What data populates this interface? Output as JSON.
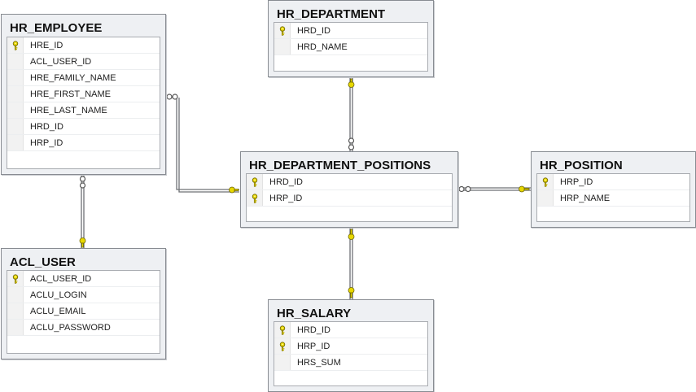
{
  "tables": {
    "hr_employee": {
      "title": "HR_EMPLOYEE",
      "columns": [
        {
          "name": "HRE_ID",
          "key": true
        },
        {
          "name": "ACL_USER_ID",
          "key": false
        },
        {
          "name": "HRE_FAMILY_NAME",
          "key": false
        },
        {
          "name": "HRE_FIRST_NAME",
          "key": false
        },
        {
          "name": "HRE_LAST_NAME",
          "key": false
        },
        {
          "name": "HRD_ID",
          "key": false
        },
        {
          "name": "HRP_ID",
          "key": false
        }
      ]
    },
    "hr_department": {
      "title": "HR_DEPARTMENT",
      "columns": [
        {
          "name": "HRD_ID",
          "key": true
        },
        {
          "name": "HRD_NAME",
          "key": false
        }
      ]
    },
    "hr_department_positions": {
      "title": "HR_DEPARTMENT_POSITIONS",
      "columns": [
        {
          "name": "HRD_ID",
          "key": true
        },
        {
          "name": "HRP_ID",
          "key": true
        }
      ]
    },
    "hr_position": {
      "title": "HR_POSITION",
      "columns": [
        {
          "name": "HRP_ID",
          "key": true
        },
        {
          "name": "HRP_NAME",
          "key": false
        }
      ]
    },
    "acl_user": {
      "title": "ACL_USER",
      "columns": [
        {
          "name": "ACL_USER_ID",
          "key": true
        },
        {
          "name": "ACLU_LOGIN",
          "key": false
        },
        {
          "name": "ACLU_EMAIL",
          "key": false
        },
        {
          "name": "ACLU_PASSWORD",
          "key": false
        }
      ]
    },
    "hr_salary": {
      "title": "HR_SALARY",
      "columns": [
        {
          "name": "HRD_ID",
          "key": true
        },
        {
          "name": "HRP_ID",
          "key": true
        },
        {
          "name": "HRS_SUM",
          "key": false
        }
      ]
    }
  },
  "colors": {
    "key_yellow": "#e8d800",
    "relationship_line": "#6e7175"
  }
}
